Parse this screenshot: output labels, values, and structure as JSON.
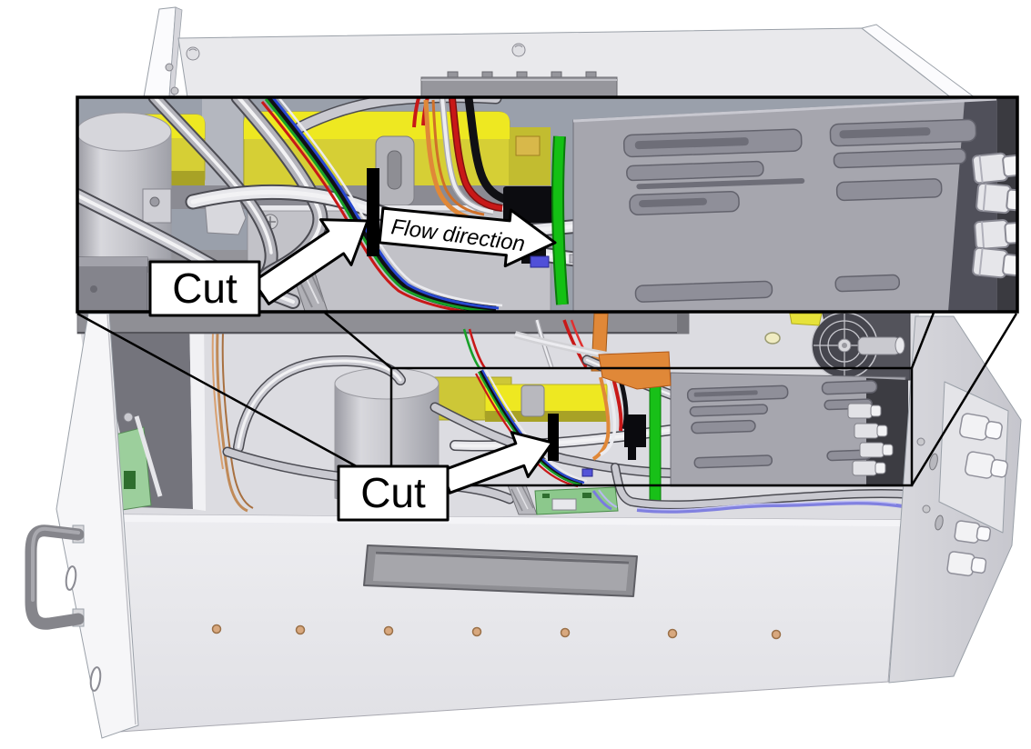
{
  "annotations": {
    "cut_labels": [
      {
        "text": "Cut"
      },
      {
        "text": "Cut"
      }
    ],
    "flow_label": {
      "text": "Flow direction"
    }
  },
  "colors": {
    "background": "#ffffff",
    "annotation_box_fill": "#ffffff",
    "annotation_stroke": "#000000",
    "cut_mark": "#000000",
    "component_yellow_bright": "#eee821",
    "component_yellow": "#d6cf35",
    "component_yellow_shadow": "#a8a226",
    "pcb_green": "#18c018",
    "duct_orange": "#e08838",
    "wire_red": "#c81818",
    "wire_blue": "#2848d0",
    "wire_green": "#18a028",
    "wire_copper": "#c08a58",
    "chassis_light_gray": "#e9e9ec",
    "panel_gray": "#a6a6ae",
    "dark_interior": "#3a3a40"
  }
}
